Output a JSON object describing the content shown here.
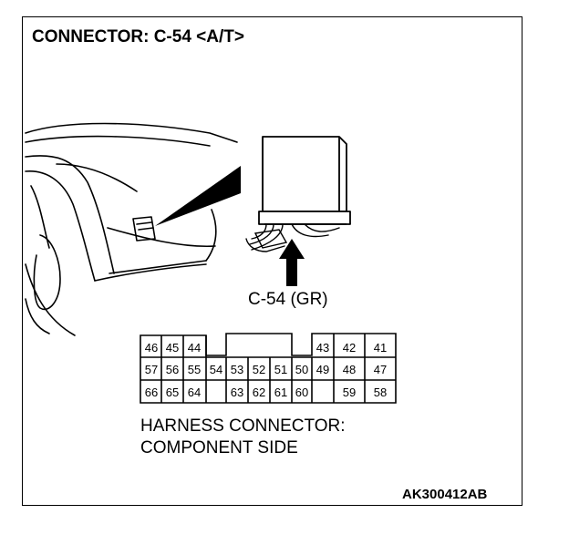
{
  "title": "CONNECTOR: C-54 <A/T>",
  "connector_label": "C-54 (GR)",
  "harness_line1": "HARNESS CONNECTOR:",
  "harness_line2": "COMPONENT SIDE",
  "figure_code": "AK300412AB",
  "pins": {
    "row1": [
      "46",
      "45",
      "44",
      "43",
      "42",
      "41"
    ],
    "row2": [
      "57",
      "56",
      "55",
      "54",
      "53",
      "52",
      "51",
      "50",
      "49",
      "48",
      "47"
    ],
    "row3": [
      "66",
      "65",
      "64",
      "63",
      "62",
      "61",
      "60",
      "59",
      "58"
    ]
  },
  "colors": {
    "line": "#000000",
    "background": "#ffffff"
  }
}
